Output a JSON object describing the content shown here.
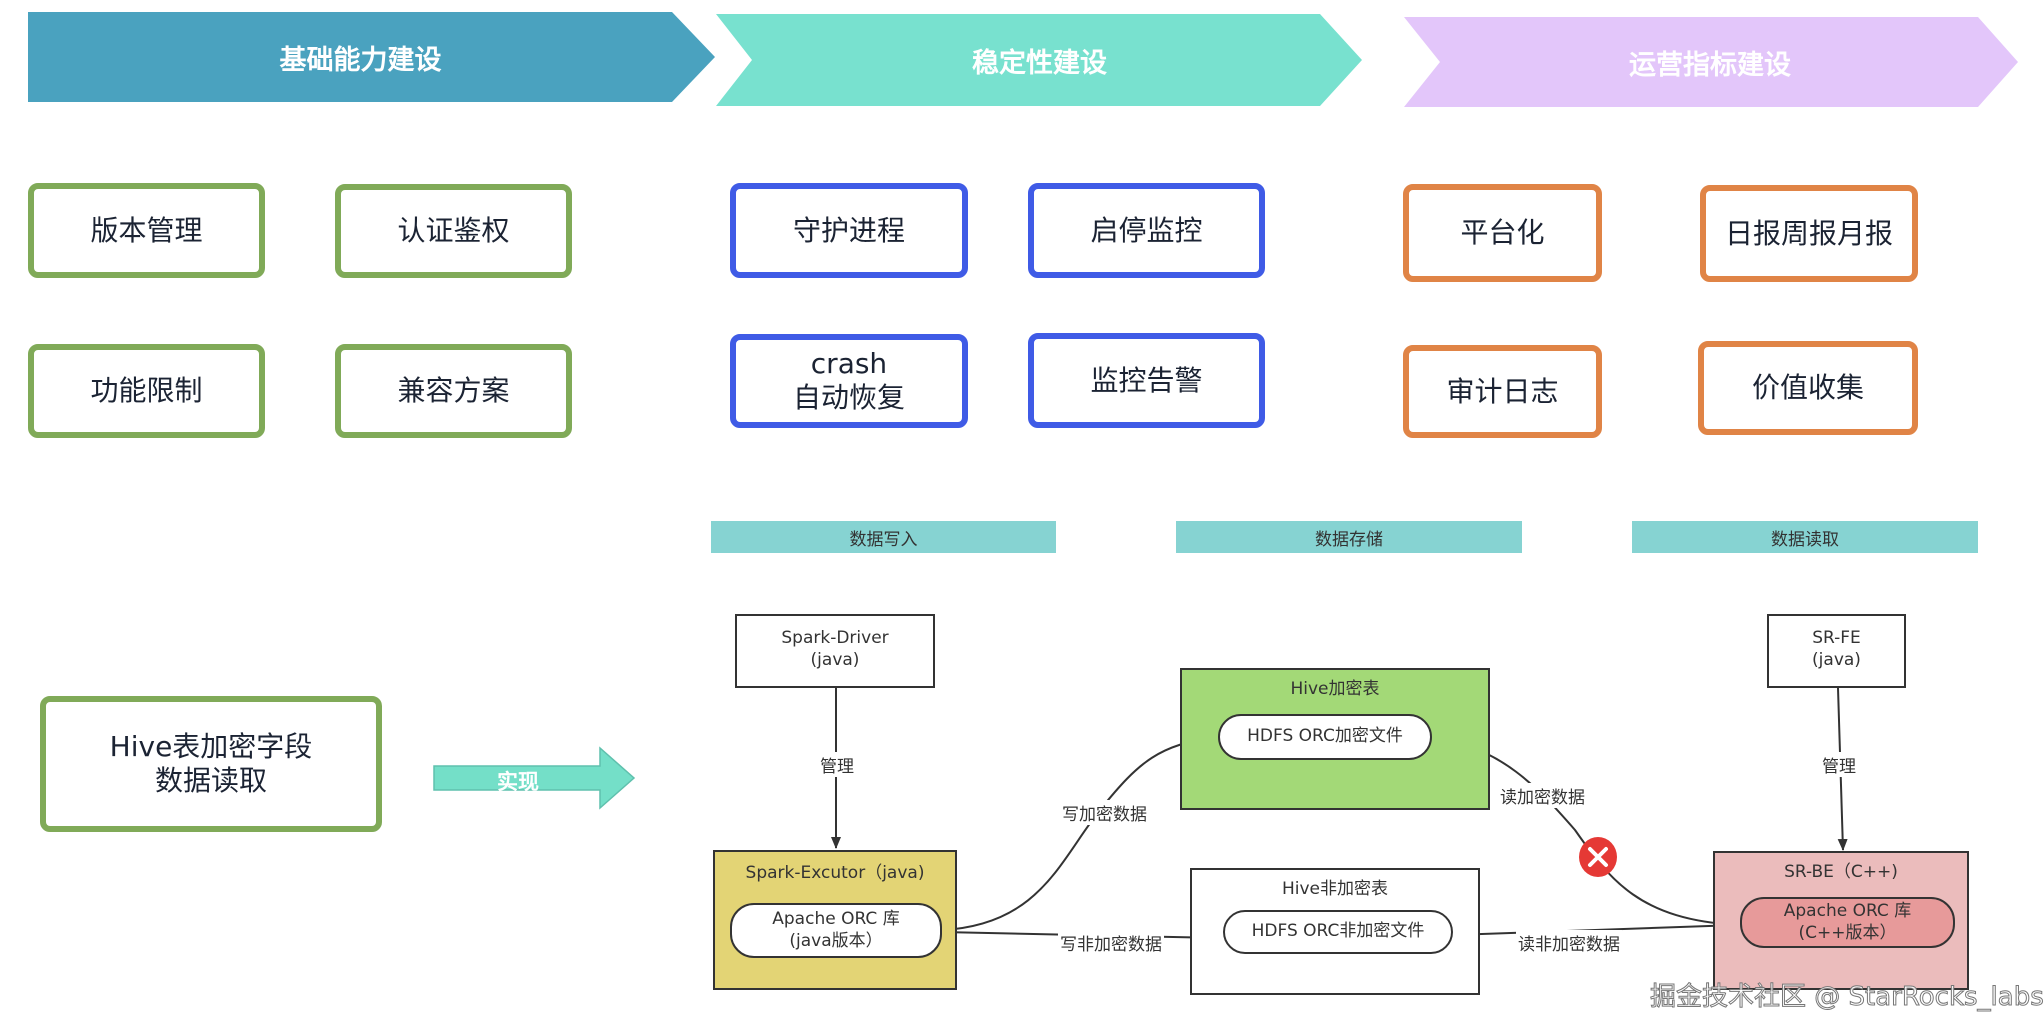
{
  "banners": [
    {
      "label": "基础能力建设",
      "color": "#4aa2bf"
    },
    {
      "label": "稳定性建设",
      "color": "#78e1cf"
    },
    {
      "label": "运营指标建设",
      "color": "#e3c6fa"
    }
  ],
  "cards": {
    "basic": [
      "版本管理",
      "认证鉴权",
      "功能限制",
      "兼容方案"
    ],
    "stability": [
      "守护进程",
      "启停监控",
      "crash\n自动恢复",
      "监控告警"
    ],
    "operations": [
      "平台化",
      "日报周报月报",
      "审计日志",
      "价值收集"
    ]
  },
  "goal": {
    "line1": "Hive表加密字段",
    "line2": "数据读取"
  },
  "implement_arrow": {
    "label": "实现"
  },
  "sections": [
    "数据写入",
    "数据存储",
    "数据读取"
  ],
  "nodes": {
    "spark_driver": {
      "line1": "Spark-Driver",
      "line2": "(java)"
    },
    "spark_executor": {
      "title": "Spark-Excutor（java)",
      "lib_line1": "Apache ORC 库",
      "lib_line2": "(java版本）"
    },
    "hive_encrypted": {
      "title": "Hive加密表",
      "file": "HDFS ORC加密文件"
    },
    "hive_plain": {
      "title": "Hive非加密表",
      "file": "HDFS ORC非加密文件"
    },
    "sr_fe": {
      "line1": "SR-FE",
      "line2": "(java)"
    },
    "sr_be": {
      "title": "SR-BE（C++)",
      "lib_line1": "Apache ORC 库",
      "lib_line2": "(C++版本）"
    }
  },
  "edges": {
    "driver_manage": "管理",
    "fe_manage": "管理",
    "write_encrypted": "写加密数据",
    "write_plain": "写非加密数据",
    "read_encrypted": "读加密数据",
    "read_plain": "读非加密数据"
  },
  "colors": {
    "green_border": "#80aa58",
    "blue_border": "#3f5be6",
    "orange_border": "#e08446",
    "section_header": "#86d3d2",
    "executor_fill": "#e3d475",
    "hive_encrypted_fill": "#a3d977",
    "sr_be_fill": "#ebbcbc",
    "sr_be_lib_fill": "#e79a9a",
    "error_red": "#e53935"
  },
  "watermark": "掘金技术社区 @ StarRocks_labs"
}
